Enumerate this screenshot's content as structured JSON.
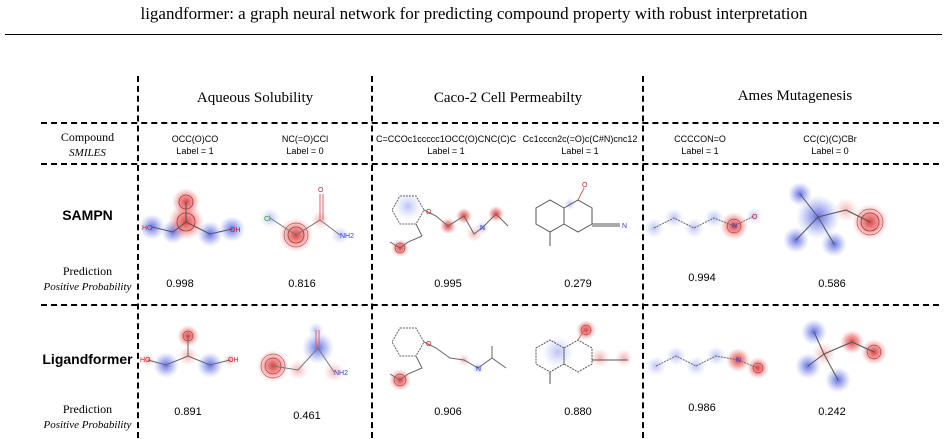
{
  "title": "ligandformer: a graph neural network for predicting compound property with robust interpretation",
  "columns": [
    {
      "name": "Aqueous Solubility"
    },
    {
      "name": "Caco-2 Cell Permeabilty"
    },
    {
      "name": "Ames Mutagenesis"
    }
  ],
  "row_labels": {
    "compound": "Compound",
    "smiles": "SMILES",
    "prediction": "Prediction",
    "positive_probability": "Positive Probability"
  },
  "compounds": [
    {
      "smiles": "OCC(O)CO",
      "label": "Label = 1"
    },
    {
      "smiles": "NC(=O)CCl",
      "label": "Label = 0"
    },
    {
      "smiles": "C=CCOc1ccccc1OCC(O)CNC(C)C",
      "label": "Label = 1"
    },
    {
      "smiles": "Cc1cccn2c(=O)c(C#N)cnc12",
      "label": "Label = 1"
    },
    {
      "smiles": "CCCCON=O",
      "label": "Label = 1"
    },
    {
      "smiles": "CC(C)(C)CBr",
      "label": "Label = 0"
    }
  ],
  "models": [
    {
      "name": "SAMPN",
      "predictions": [
        "0.998",
        "0.816",
        "0.995",
        "0.279",
        "0.994",
        "0.586"
      ]
    },
    {
      "name": "Ligandformer",
      "predictions": [
        "0.891",
        "0.461",
        "0.906",
        "0.880",
        "0.986",
        "0.242"
      ]
    }
  ],
  "atom_labels": {
    "ho": "HO",
    "oh": "OH",
    "o": "O",
    "cl": "Cl",
    "nh2": "NH2",
    "n": "N",
    "h": "H"
  },
  "colors": {
    "positive": "#d62020",
    "negative": "#2f3fd8"
  }
}
